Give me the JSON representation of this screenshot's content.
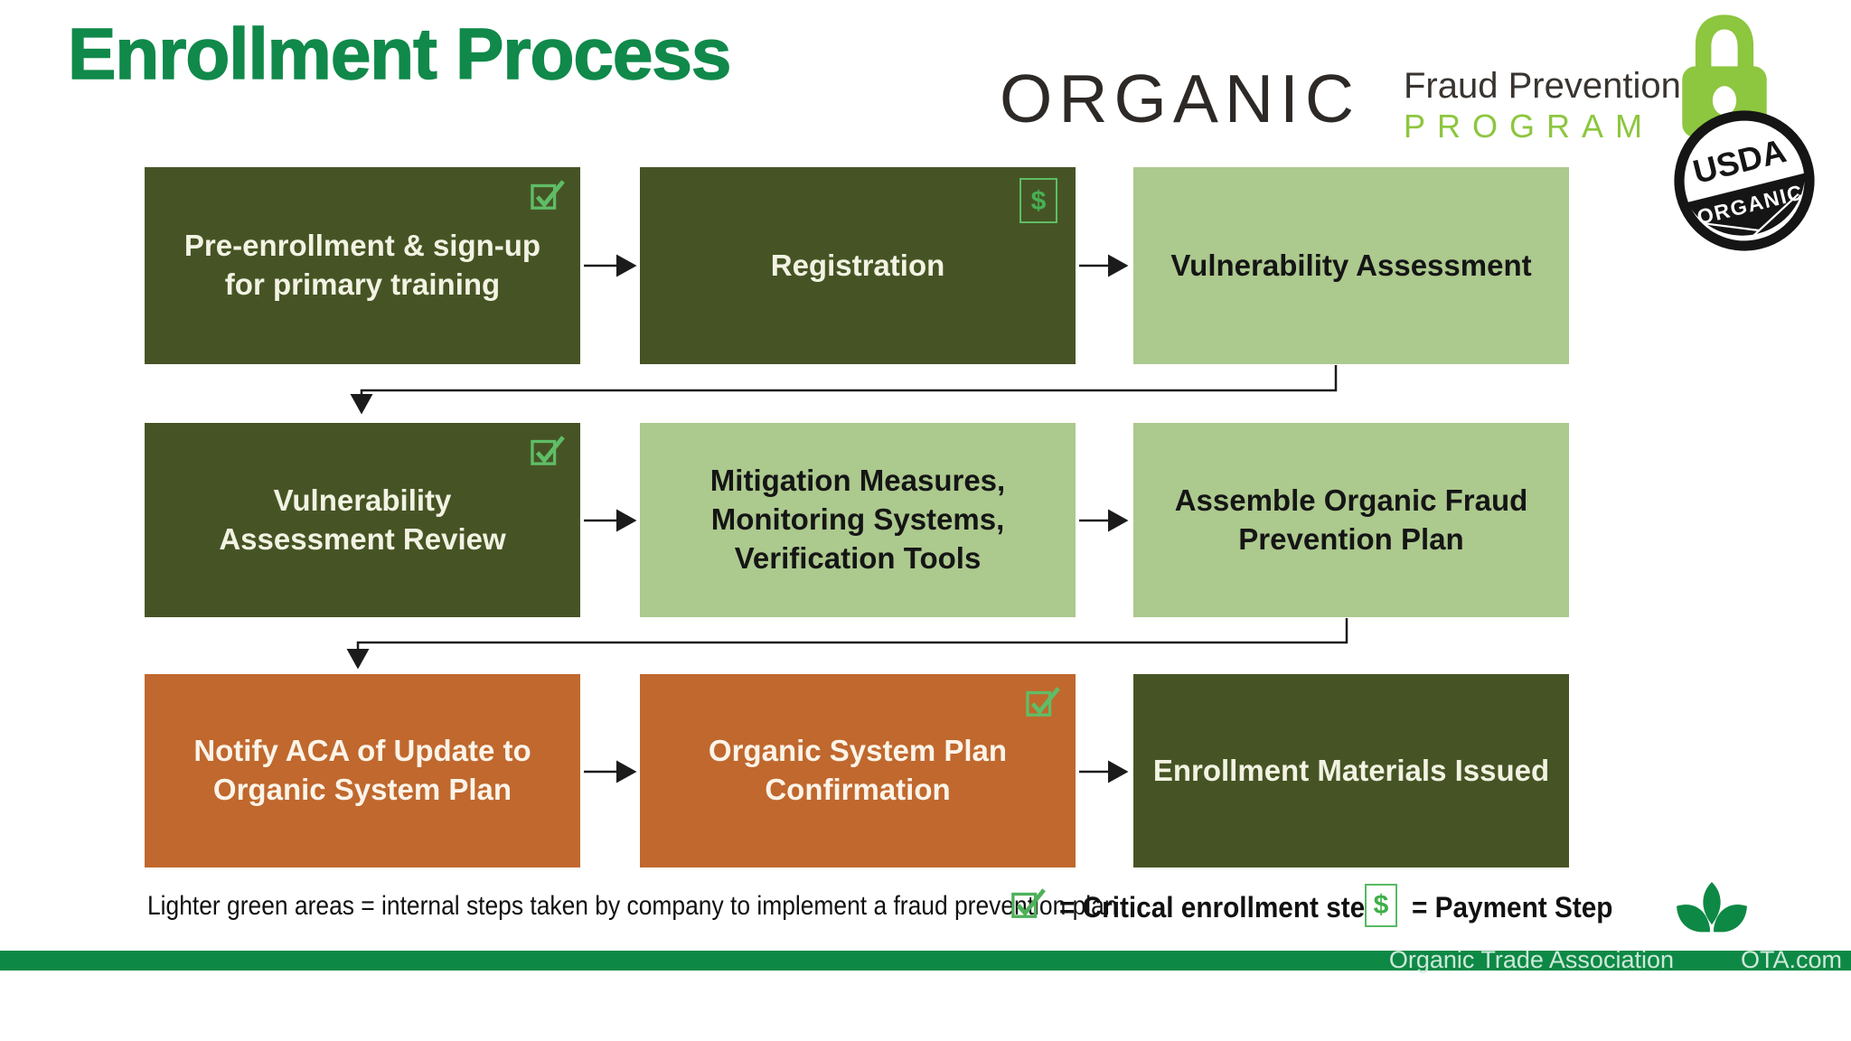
{
  "slide": {
    "title": "Enrollment Process"
  },
  "logo": {
    "brand": "ORGANIC",
    "tagline_line1": "Fraud Prevention",
    "tagline_line2": "PROGRAM"
  },
  "usda_seal": {
    "top": "USDA",
    "bottom": "ORGANIC"
  },
  "flowchart": {
    "boxes": [
      {
        "label": "Pre-enrollment & sign-up for primary training",
        "variant": "dark-green",
        "badge": "critical"
      },
      {
        "label": "Registration",
        "variant": "dark-green",
        "badge": "payment"
      },
      {
        "label": "Vulnerability Assessment",
        "variant": "light-green",
        "badge": ""
      },
      {
        "label": "Vulnerability Assessment Review",
        "variant": "dark-green",
        "badge": "critical"
      },
      {
        "label": "Mitigation Measures, Monitoring Systems, Verification Tools",
        "variant": "light-green",
        "badge": ""
      },
      {
        "label": "Assemble Organic Fraud Prevention Plan",
        "variant": "light-green",
        "badge": ""
      },
      {
        "label": "Notify ACA of Update to Organic System Plan",
        "variant": "orange",
        "badge": ""
      },
      {
        "label": "Organic System Plan Confirmation",
        "variant": "orange",
        "badge": "critical"
      },
      {
        "label": "Enrollment Materials Issued",
        "variant": "dark-green",
        "badge": ""
      }
    ]
  },
  "legend": {
    "note": "Lighter green areas = internal steps taken by company to implement a fraud prevention plan",
    "critical_label": "= Critical enrollment step",
    "payment_label": "= Payment Step",
    "payment_symbol": "$"
  },
  "footer": {
    "organization": "Organic Trade Association",
    "website": "OTA.com"
  },
  "colors": {
    "title_green": "#10894A",
    "dark_green_box": "#465425",
    "light_green_box": "#ACC98E",
    "orange_box": "#C0682E",
    "lime_accent": "#8DC63F",
    "badge_green": "#5FBD66",
    "footer_bar_green": "#0E8945",
    "connector_black": "#1B1B1B"
  }
}
